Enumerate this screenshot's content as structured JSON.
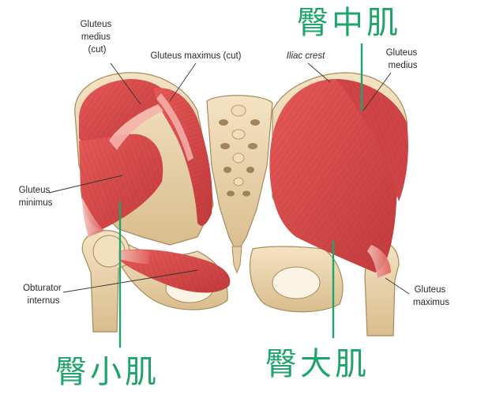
{
  "labels": {
    "gluteus_medius_cut": [
      "Gluteus",
      "medius",
      "(cut)"
    ],
    "gluteus_maximus_cut": "Gluteus maximus (cut)",
    "iliac_crest": "Iliac crest",
    "gluteus_medius_right": [
      "Gluteus",
      "medius"
    ],
    "gluteus_minimus": [
      "Gluteus",
      "minimus"
    ],
    "obturator_internus": [
      "Obturator",
      "internus"
    ],
    "gluteus_maximus_right": [
      "Gluteus",
      "maximus"
    ]
  },
  "chinese_labels": {
    "gluteus_medius": "臀中肌",
    "gluteus_minimus": "臀小肌",
    "gluteus_maximus": "臀大肌"
  },
  "colors": {
    "accent_green": "#1fa56b",
    "muscle_red": "#d8484a",
    "muscle_light": "#ee8f86",
    "bone": "#ecd7b3",
    "bone_shadow": "#c9ab7c",
    "leader": "#333333"
  }
}
